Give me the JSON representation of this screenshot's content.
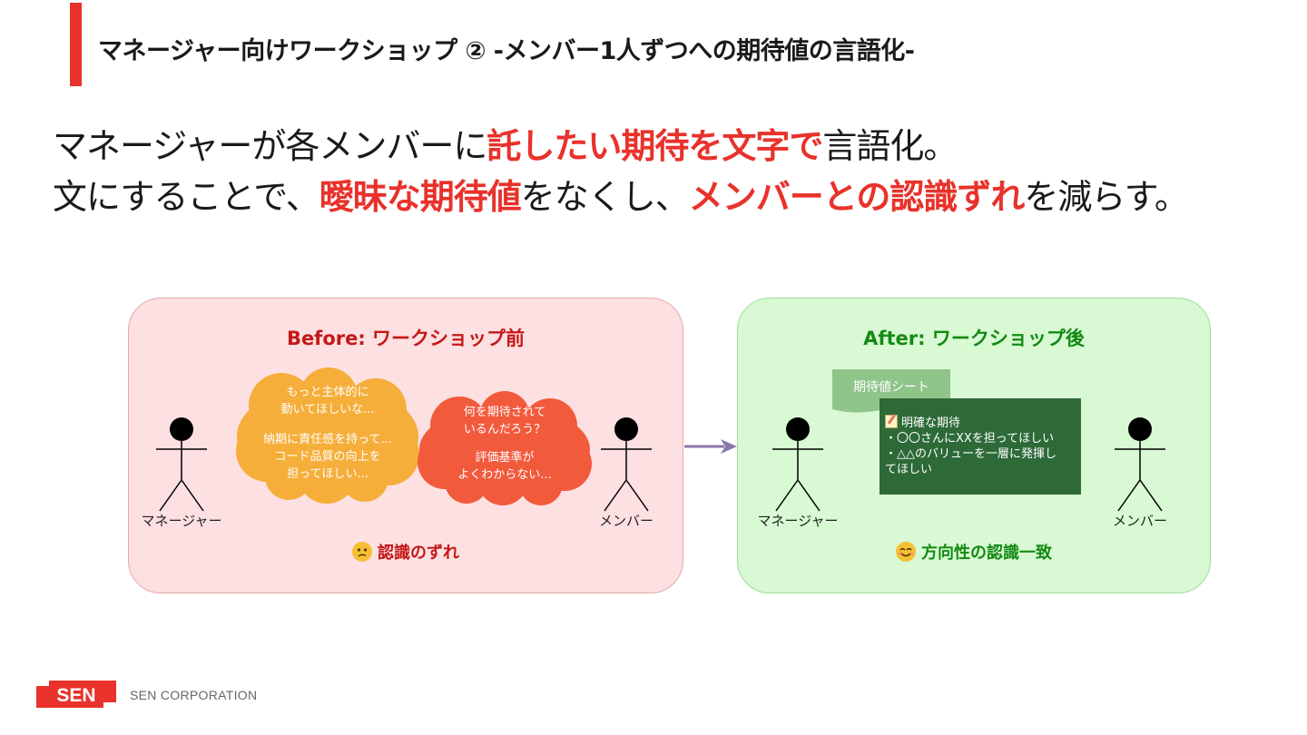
{
  "header": {
    "title": "マネージャー向けワークショップ ② -メンバー1人ずつへの期待値の言語化-",
    "accent_color": "#e8322b"
  },
  "lead": {
    "line1": [
      "マネージャーが各メンバーに",
      "託したい期待を文字で",
      "言語化。"
    ],
    "line2": [
      "文にすることで、",
      "曖昧な期待値",
      "をなくし、",
      "メンバーとの認識ずれ",
      "を減らす。"
    ]
  },
  "before": {
    "title": "Before: ワークショップ前",
    "manager_label": "マネージャー",
    "member_label": "メンバー",
    "manager_thought": [
      "もっと主体的に",
      "動いてほしいな...",
      "",
      "納期に責任感を持って...",
      "コード品質の向上を",
      "担ってほしい..."
    ],
    "member_thought": [
      "何を期待されて",
      "いるんだろう？",
      "",
      "評価基準が",
      "よくわからない..."
    ],
    "outcome": "認識のずれ",
    "outcome_icon": "confused-face-icon",
    "bg_color": "#fde0e1"
  },
  "after": {
    "title": "After: ワークショップ後",
    "manager_label": "マネージャー",
    "member_label": "メンバー",
    "sheet_label": "期待値シート",
    "board_heading": "明確な期待",
    "board_heading_icon": "memo-icon",
    "board_lines": [
      "・〇〇さんにXXを担ってほしい",
      "・△△のバリューを一層に発揮し",
      "てほしい"
    ],
    "outcome": "方向性の認識一致",
    "outcome_icon": "smiling-face-icon",
    "bg_color": "#d8f9d3"
  },
  "footer": {
    "logo": "SEN",
    "company": "SEN CORPORATION"
  }
}
